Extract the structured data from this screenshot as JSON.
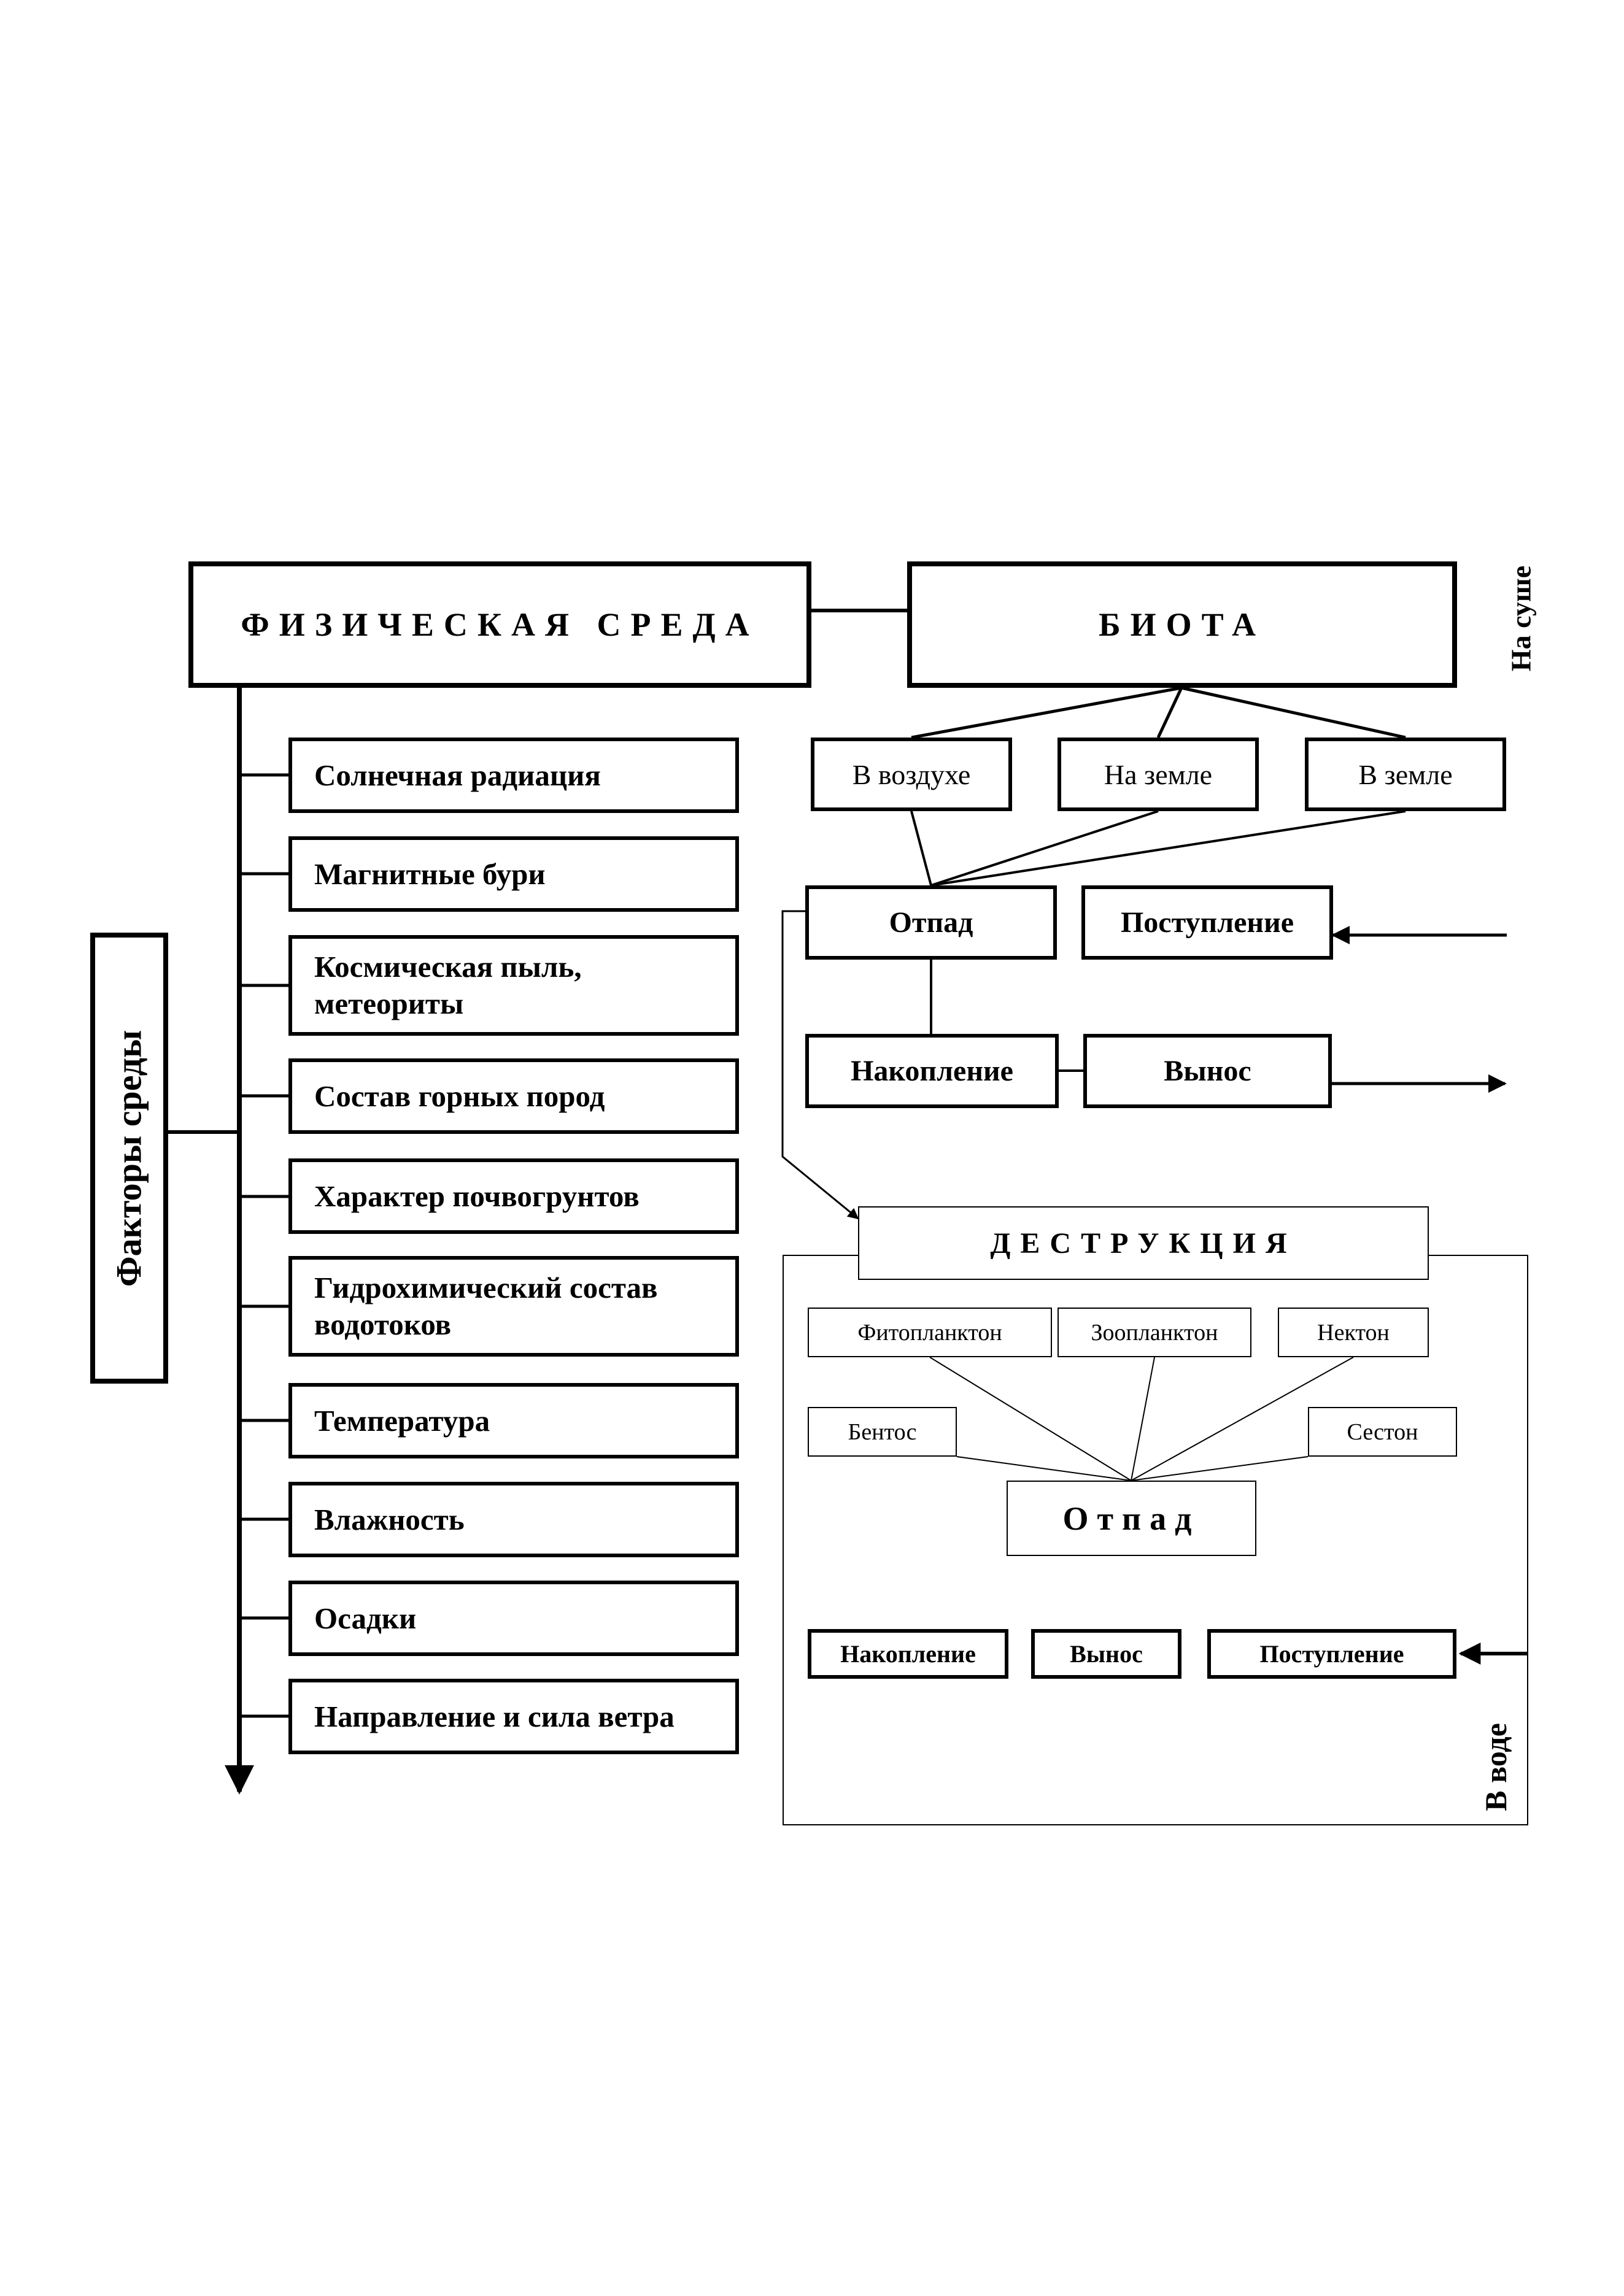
{
  "diagram": {
    "physical_env": "ФИЗИЧЕСКАЯ СРЕДА",
    "biota": "БИОТА",
    "factors_label": "Факторы среды",
    "land_label": "На суше",
    "water_label": "В воде",
    "factors": [
      "Солнечная радиация",
      "Магнитные бури",
      "Космическая пыль, метеориты",
      "Состав горных пород",
      "Характер почвогрунтов",
      "Гидрохимический состав водотоков",
      "Температура",
      "Влажность",
      "Осадки",
      "Направление и сила ветра"
    ],
    "land": {
      "in_air": "В воздухе",
      "on_ground": "На земле",
      "in_ground": "В земле",
      "litter": "Отпад",
      "input": "Поступление",
      "accumulation": "Накопление",
      "removal": "Вынос"
    },
    "destruction": "ДЕСТРУКЦИЯ",
    "water": {
      "phytoplankton": "Фитопланктон",
      "zooplankton": "Зоопланктон",
      "nekton": "Нектон",
      "benthos": "Бентос",
      "seston": "Сестон",
      "litter": "Отпад",
      "accumulation": "Накопление",
      "removal": "Вынос",
      "input": "Поступление"
    }
  }
}
